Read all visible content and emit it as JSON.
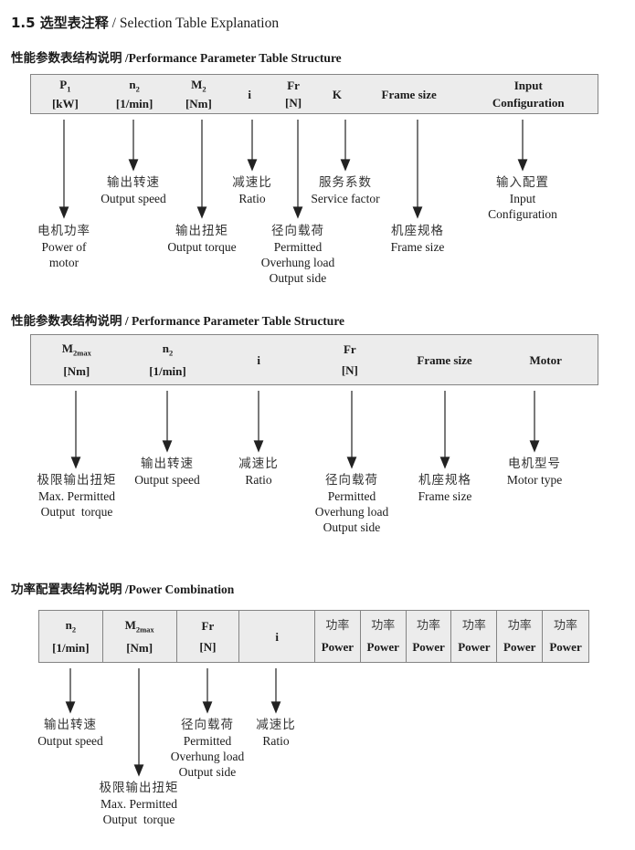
{
  "title": {
    "cn": "1.5 选型表注释",
    "en": " / Selection Table Explanation"
  },
  "colors": {
    "table_bg": "#ececec",
    "table_border": "#848484",
    "text": "#1b1b1b"
  },
  "sections": [
    {
      "heading": {
        "cn": "性能参数表结构说明",
        "en": " /Performance Parameter Table Structure"
      },
      "columns": [
        {
          "line1": "P",
          "sub": "1",
          "line2": "[kW]"
        },
        {
          "line1": "n",
          "sub": "2",
          "line2": "[1/min]"
        },
        {
          "line1": "M",
          "sub": "2",
          "line2": "[Nm]"
        },
        {
          "line1": "i"
        },
        {
          "line1": "Fr",
          "line2": "[N]"
        },
        {
          "line1": "K"
        },
        {
          "line1": "Frame size"
        },
        {
          "line1": "Input",
          "line2": "Configuration"
        }
      ],
      "callouts": [
        {
          "lines": [
            "电机功率",
            "Power of",
            "motor"
          ]
        },
        {
          "lines": [
            "输出转速",
            "Output speed"
          ]
        },
        {
          "lines": [
            "输出扭矩",
            "Output torque"
          ]
        },
        {
          "lines": [
            "减速比",
            "Ratio"
          ]
        },
        {
          "lines": [
            "径向载荷",
            "Permitted",
            "Overhung load",
            "Output side"
          ]
        },
        {
          "lines": [
            "服务系数",
            "Service factor"
          ]
        },
        {
          "lines": [
            "机座规格",
            "Frame size"
          ]
        },
        {
          "lines": [
            "输入配置",
            "Input",
            "Configuration"
          ]
        }
      ]
    },
    {
      "heading": {
        "cn": "性能参数表结构说明",
        "en": " / Performance Parameter Table Structure"
      },
      "columns": [
        {
          "line1": "M",
          "sub": "2max",
          "line2": "[Nm]"
        },
        {
          "line1": "n",
          "sub": "2",
          "line2": "[1/min]"
        },
        {
          "line1": "i"
        },
        {
          "line1": "Fr",
          "line2": "[N]"
        },
        {
          "line1": "Frame size"
        },
        {
          "line1": "Motor"
        }
      ],
      "callouts": [
        {
          "lines": [
            "极限输出扭矩",
            "Max. Permitted",
            "Output  torque"
          ]
        },
        {
          "lines": [
            "输出转速",
            "Output speed"
          ]
        },
        {
          "lines": [
            "减速比",
            "Ratio"
          ]
        },
        {
          "lines": [
            "径向载荷",
            "Permitted",
            "Overhung load",
            "Output side"
          ]
        },
        {
          "lines": [
            "机座规格",
            "Frame size"
          ]
        },
        {
          "lines": [
            "电机型号",
            "Motor type"
          ]
        }
      ]
    },
    {
      "heading": {
        "cn": "功率配置表结构说明",
        "en": " /Power Combination"
      },
      "columns": [
        {
          "line1": "n",
          "sub": "2",
          "line2": "[1/min]"
        },
        {
          "line1": "M",
          "sub": "2max",
          "line2": "[Nm]"
        },
        {
          "line1": "Fr",
          "line2": "[N]"
        },
        {
          "line1": "i"
        }
      ],
      "power_col": {
        "cn": "功率",
        "en": "Power"
      },
      "power_col_count": 6,
      "callouts": [
        {
          "lines": [
            "输出转速",
            "Output speed"
          ]
        },
        {
          "lines": [
            "极限输出扭矩",
            "Max. Permitted",
            "Output  torque"
          ]
        },
        {
          "lines": [
            "径向载荷",
            "Permitted",
            "Overhung load",
            "Output side"
          ]
        },
        {
          "lines": [
            "减速比",
            "Ratio"
          ]
        }
      ]
    }
  ]
}
